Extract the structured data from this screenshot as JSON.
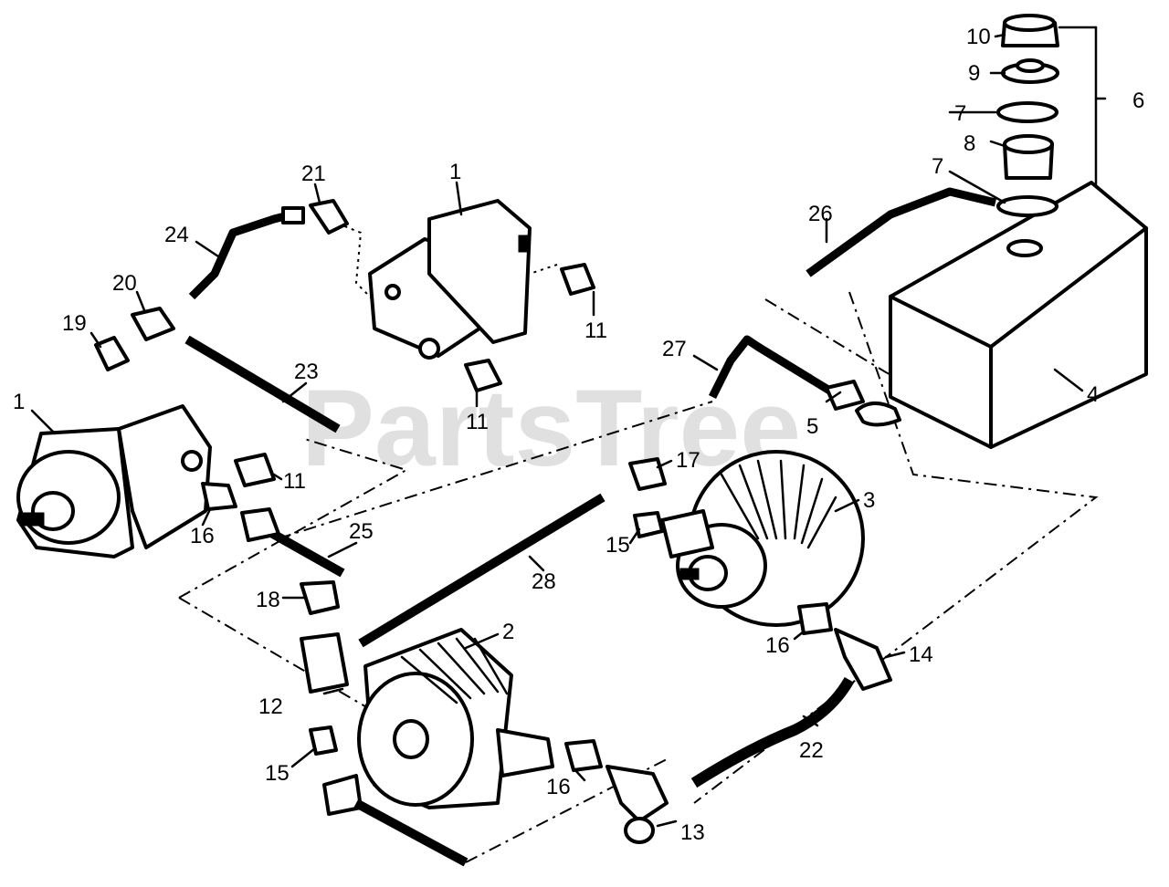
{
  "watermark": "PartsTree",
  "callouts": {
    "c1a": "1",
    "c1b": "1",
    "c2": "2",
    "c3": "3",
    "c4": "4",
    "c5": "5",
    "c6": "6",
    "c7a": "7",
    "c7b": "7",
    "c8": "8",
    "c9": "9",
    "c10": "10",
    "c11a": "11",
    "c11b": "11",
    "c11c": "11",
    "c12": "12",
    "c13": "13",
    "c14": "14",
    "c15a": "15",
    "c15b": "15",
    "c16a": "16",
    "c16b": "16",
    "c16c": "16",
    "c17": "17",
    "c18": "18",
    "c19": "19",
    "c20": "20",
    "c21": "21",
    "c22": "22",
    "c23": "23",
    "c24": "24",
    "c25": "25",
    "c26": "26",
    "c27": "27",
    "c28": "28"
  }
}
